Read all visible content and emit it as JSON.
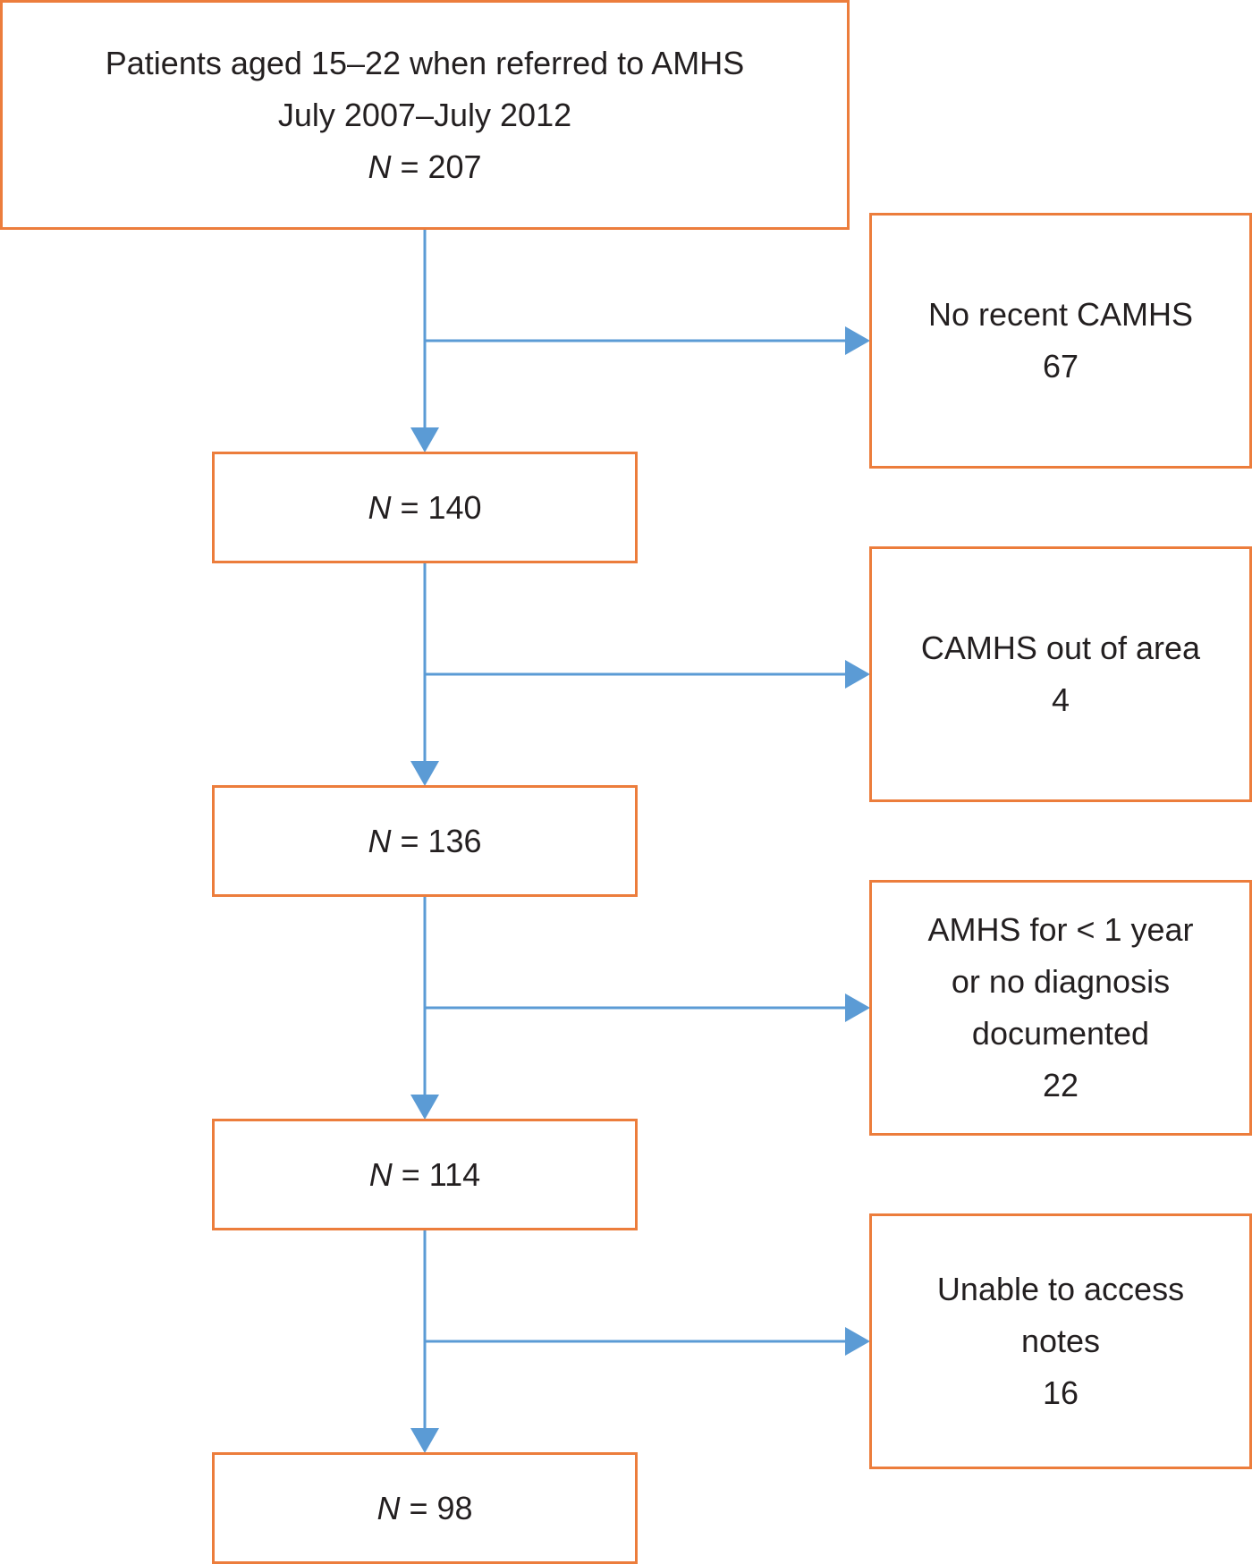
{
  "colors": {
    "box_border": "#ec7d3c",
    "arrow": "#5b9bd5",
    "text": "#231f20"
  },
  "start": {
    "line1": "Patients aged 15–22 when referred to AMHS",
    "line2": "July 2007–July 2012",
    "n_symbol": "N",
    "n_text": " = 207"
  },
  "steps": [
    {
      "n_symbol": "N",
      "n_text": " = 140"
    },
    {
      "n_symbol": "N",
      "n_text": " = 136"
    },
    {
      "n_symbol": "N",
      "n_text": " = 114"
    },
    {
      "n_symbol": "N",
      "n_text": " = 98"
    }
  ],
  "exclusions": [
    {
      "lines": [
        "No recent CAMHS",
        "67"
      ]
    },
    {
      "lines": [
        "CAMHS out of area",
        "4"
      ]
    },
    {
      "lines": [
        "AMHS for < 1 year",
        "or no diagnosis",
        "documented",
        "22"
      ]
    },
    {
      "lines": [
        "Unable to access",
        "notes",
        "16"
      ]
    }
  ]
}
